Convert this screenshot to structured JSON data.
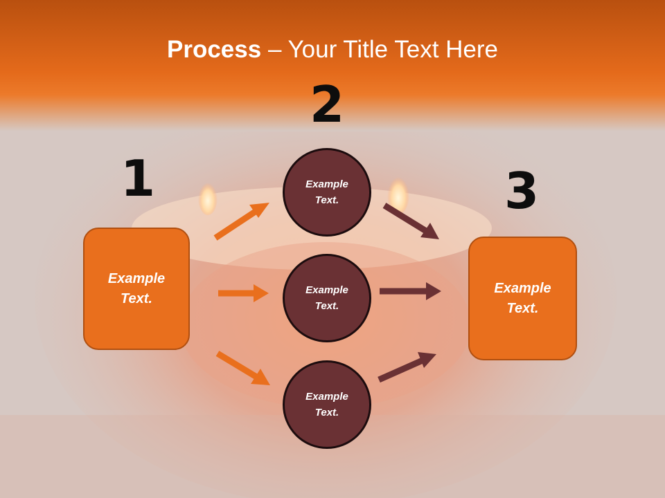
{
  "title": {
    "bold": "Process",
    "rest": " – Your Title Text Here"
  },
  "steps": [
    {
      "number": "1",
      "label": "Example\nText."
    },
    {
      "number": "2",
      "label": "Example\nText."
    },
    {
      "number": "3",
      "label": "Example\nText."
    }
  ],
  "middle_items": [
    {
      "label": "Example\nText."
    },
    {
      "label": "Example\nText."
    },
    {
      "label": "Example\nText."
    }
  ],
  "colors": {
    "header": "#e96f1d",
    "box_fill": "#e96f1d",
    "circle_fill": "#6a3134",
    "arrow_orange": "#e96f1d",
    "arrow_brown": "#6a3134"
  }
}
